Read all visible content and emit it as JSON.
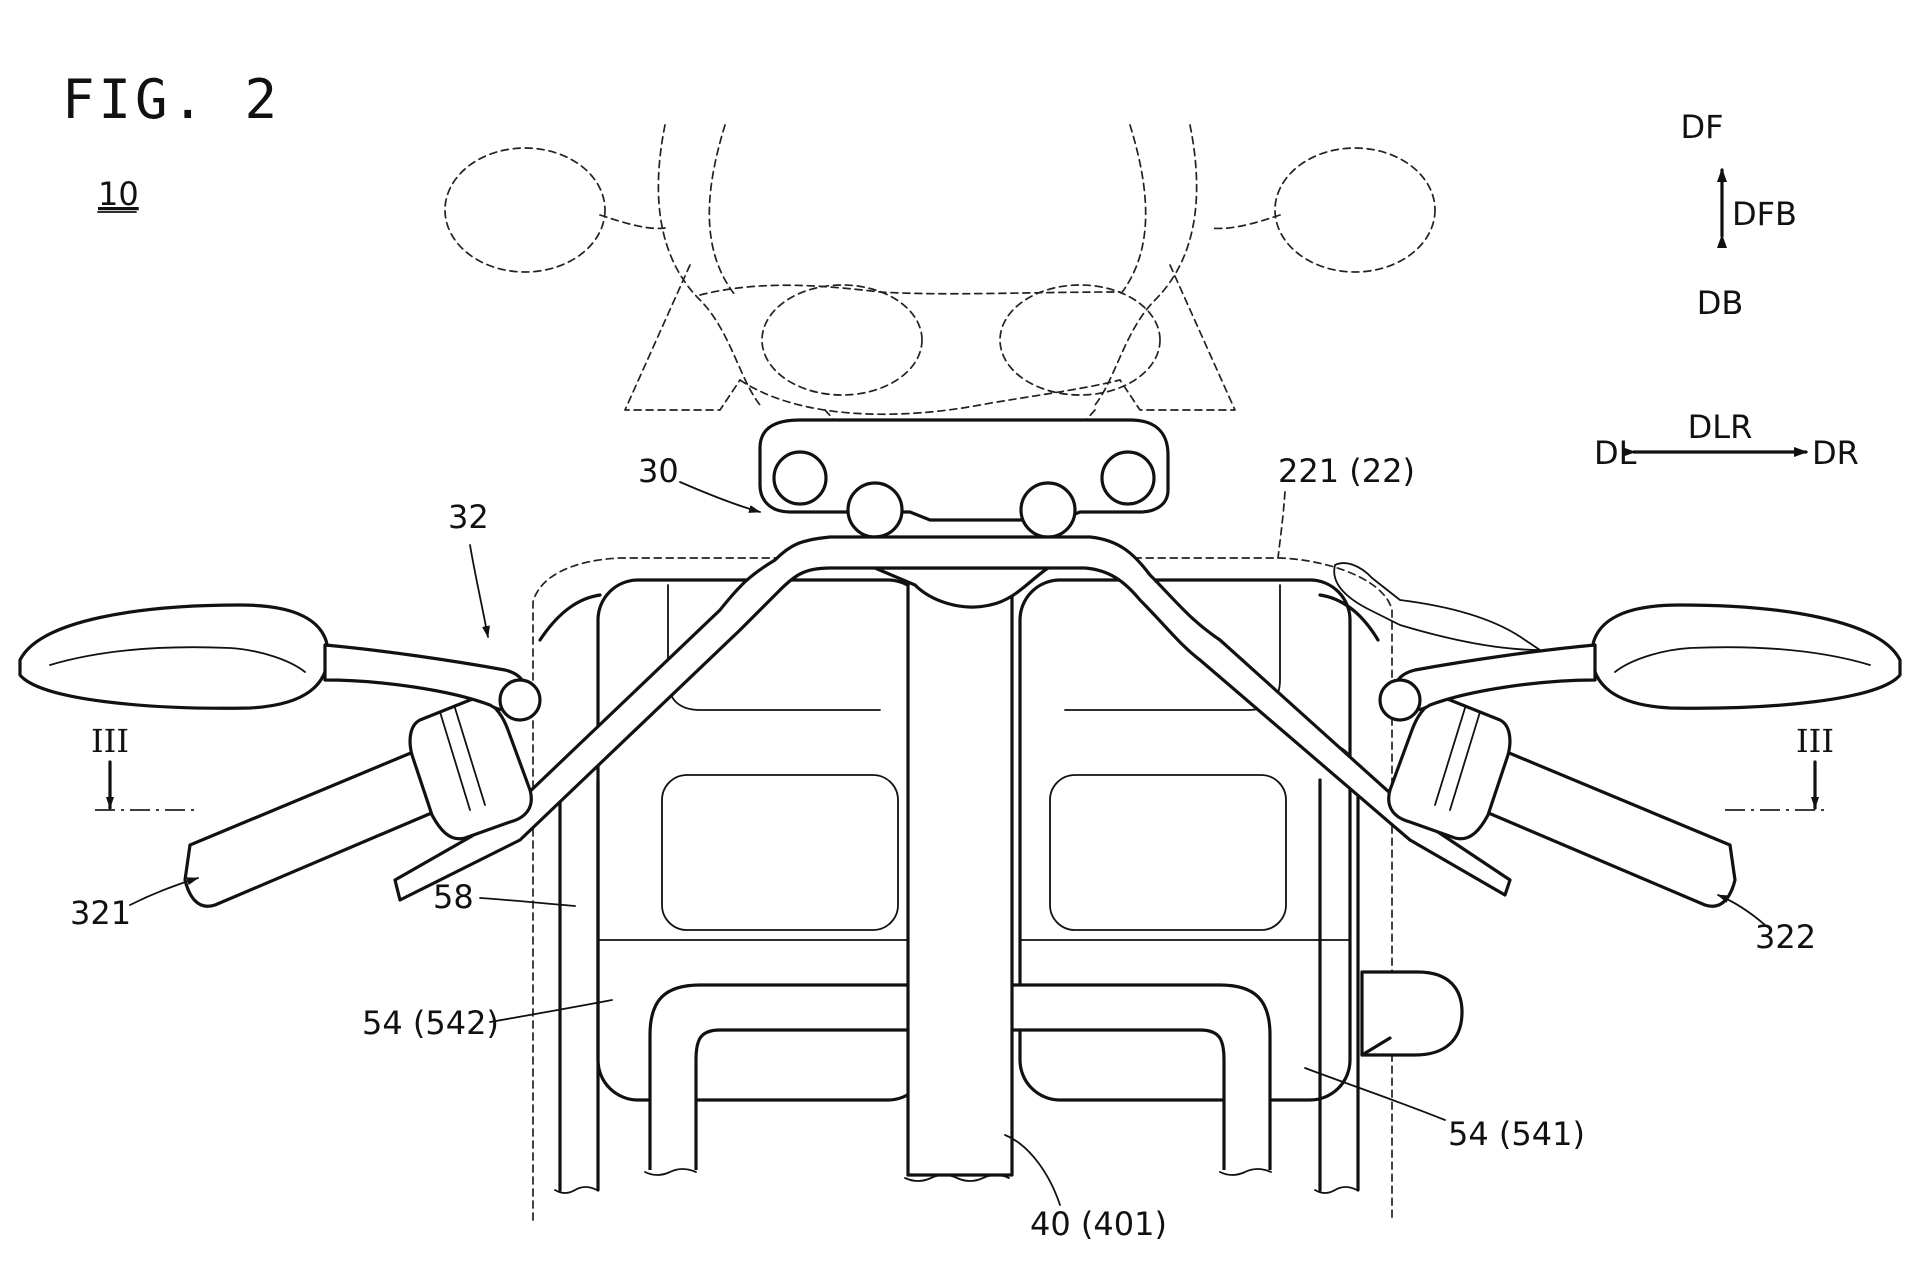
{
  "figure": {
    "title": "FIG. 2",
    "ref_number": "10"
  },
  "directions": {
    "df": "DF",
    "dfb": "DFB",
    "db": "DB",
    "dl": "DL",
    "dlr": "DLR",
    "dr": "DR"
  },
  "section_marks": {
    "left": "III",
    "right": "III"
  },
  "labels": {
    "l30": "30",
    "l32": "32",
    "l221": "221 (22)",
    "l321": "321",
    "l322": "322",
    "l58": "58",
    "l542": "54 (542)",
    "l541": "54 (541)",
    "l40": "40 (401)"
  }
}
